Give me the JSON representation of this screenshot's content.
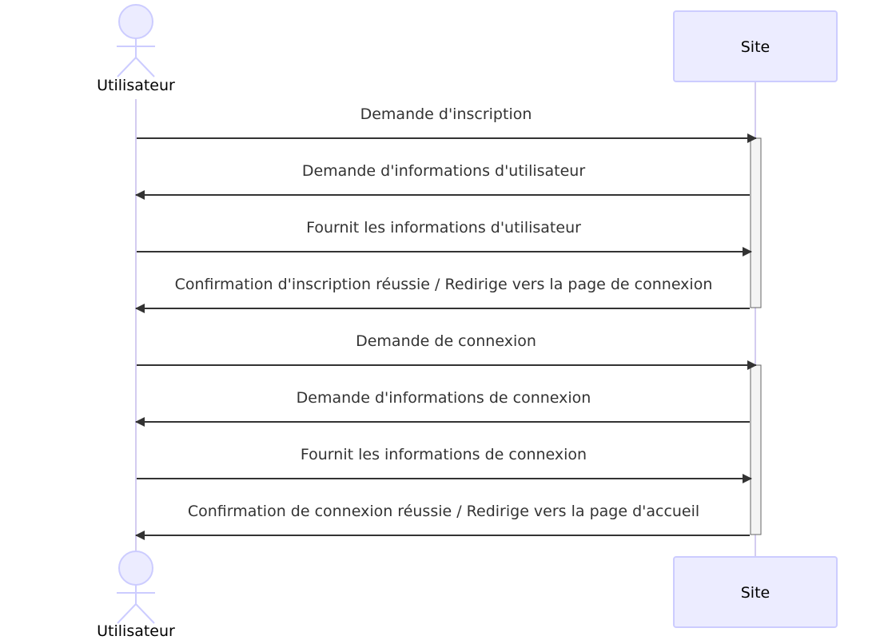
{
  "participants": {
    "actor": {
      "label": "Utilisateur"
    },
    "site": {
      "label": "Site"
    }
  },
  "messages": [
    {
      "text": "Demande d'inscription",
      "direction": "to-site"
    },
    {
      "text": "Demande d'informations d'utilisateur",
      "direction": "to-actor"
    },
    {
      "text": "Fournit les informations d'utilisateur",
      "direction": "to-site"
    },
    {
      "text": "Confirmation d'inscription réussie / Redirige vers la page de connexion",
      "direction": "to-actor"
    },
    {
      "text": "Demande de connexion",
      "direction": "to-site"
    },
    {
      "text": "Demande d'informations de connexion",
      "direction": "to-actor"
    },
    {
      "text": "Fournit les informations de connexion",
      "direction": "to-site"
    },
    {
      "text": "Confirmation de connexion réussie / Redirige vers la page d'accueil",
      "direction": "to-actor"
    }
  ],
  "colors": {
    "participant_fill": "#ECECFF",
    "participant_stroke": "#CCCCFF",
    "lifeline": "#D3CCF0",
    "arrow": "#333333",
    "activation_fill": "#F4F4F4",
    "activation_stroke": "#666666"
  }
}
